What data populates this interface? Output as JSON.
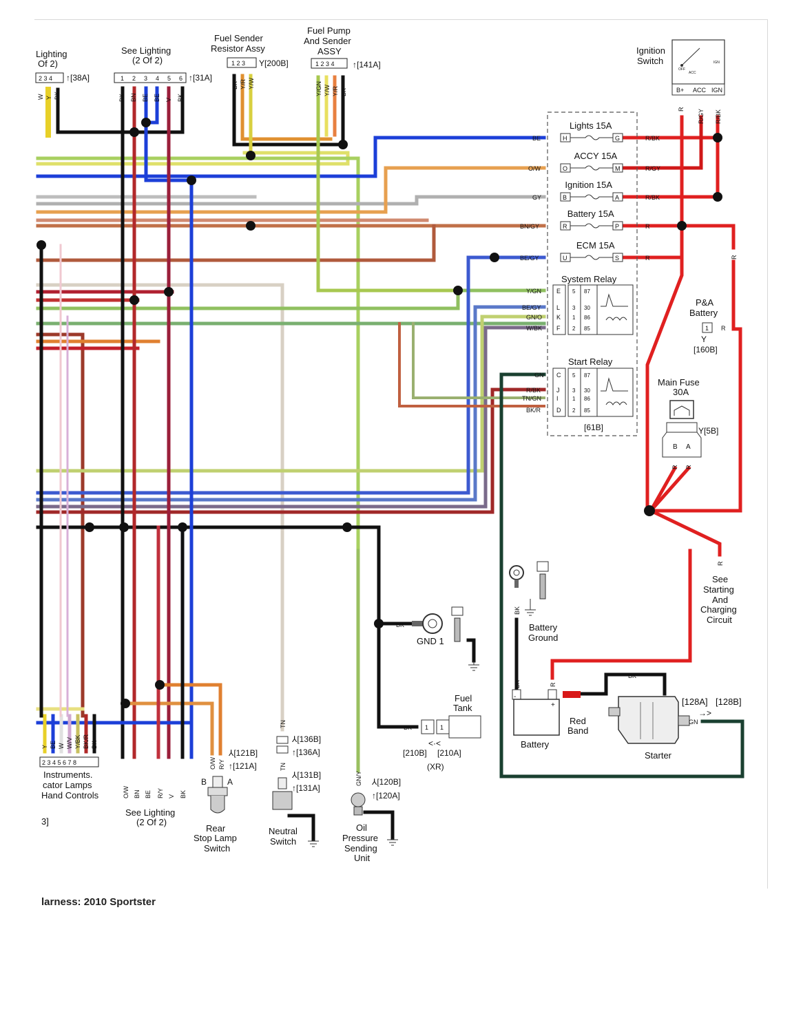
{
  "diagram": {
    "caption": "larness: 2010 Sportster",
    "components": {
      "lighting_left": {
        "title1": "Lighting",
        "title2": "Of 2)",
        "pins": "2 3 4",
        "ref": "[38A]",
        "wires": [
          "W",
          "Y",
          "BK"
        ]
      },
      "see_lighting_top": {
        "title1": "See Lighting",
        "title2": "(2 Of 2)",
        "pins": [
          "1",
          "2",
          "3",
          "4",
          "5",
          "6"
        ],
        "ref": "[31A]",
        "wires": [
          "BK",
          "BN",
          "BE",
          "BE",
          "V",
          "BK"
        ]
      },
      "fuel_sender": {
        "title1": "Fuel Sender",
        "title2": "Resistor Assy",
        "pins": "1 2 3",
        "ref": "[200B]",
        "wires": [
          "BK",
          "Y/R",
          "Y/W"
        ]
      },
      "fuel_pump": {
        "title1": "Fuel Pump",
        "title2": "And Sender",
        "title3": "ASSY",
        "pins": "1 2 3 4",
        "ref": "[141A]",
        "wires": [
          "Y/GN",
          "Y/W",
          "Y/R",
          "BK"
        ]
      },
      "ignition_switch": {
        "title1": "Ignition",
        "title2": "Switch",
        "terminals": [
          "B+",
          "ACC",
          "IGN"
        ],
        "inner": [
          "OFF",
          "ACC",
          "IGN"
        ],
        "wires": [
          "R",
          "R/GY",
          "R/BK"
        ]
      },
      "fuses": [
        {
          "name": "Lights 15A",
          "in_wire": "BE",
          "in_pin": "H",
          "out_pin": "G",
          "out_wire": "R/BK"
        },
        {
          "name": "ACCY 15A",
          "in_wire": "O/W",
          "in_pin": "O",
          "out_pin": "M",
          "out_wire": "R/GY"
        },
        {
          "name": "Ignition 15A",
          "in_wire": "GY",
          "in_pin": "B",
          "out_pin": "A",
          "out_wire": "R/BK"
        },
        {
          "name": "Battery 15A",
          "in_wire": "BN/GY",
          "in_pin": "R",
          "out_pin": "P",
          "out_wire": "R"
        },
        {
          "name": "ECM 15A",
          "in_wire": "BE/GY",
          "in_pin": "U",
          "out_pin": "S",
          "out_wire": "R"
        }
      ],
      "system_relay": {
        "name": "System Relay",
        "wires": [
          "Y/GN",
          "BE/GY",
          "GN/O",
          "W/BK"
        ],
        "pins": [
          "E",
          "L",
          "K",
          "F"
        ],
        "terms_a": [
          "5",
          "3",
          "1",
          "2"
        ],
        "terms_b": [
          "87",
          "30",
          "86",
          "85"
        ]
      },
      "start_relay": {
        "name": "Start Relay",
        "wires": [
          "GN",
          "R/BK",
          "TN/GN",
          "BK/R"
        ],
        "pins": [
          "C",
          "J",
          "I",
          "D"
        ],
        "terms_a": [
          "5",
          "3",
          "1",
          "2"
        ],
        "terms_b": [
          "87",
          "30",
          "86",
          "85"
        ],
        "ref": "[61B]"
      },
      "side_wire_r": "R",
      "pa_battery": {
        "title1": "P&A",
        "title2": "Battery",
        "pin": "1",
        "wire": "R",
        "ref": "[160B]"
      },
      "main_fuse": {
        "title1": "Main Fuse",
        "title2": "30A",
        "ref": "[5B]",
        "pins": [
          "B",
          "A"
        ],
        "wires": [
          "R",
          "R"
        ]
      },
      "see_starting": {
        "wire": "R",
        "l1": "See",
        "l2": "Starting",
        "l3": "And",
        "l4": "Charging",
        "l5": "Circuit"
      },
      "battery_ground": {
        "wire": "BK",
        "l1": "Battery",
        "l2": "Ground"
      },
      "gnd1": {
        "wire": "BK",
        "label": "GND 1"
      },
      "fuel_tank": {
        "l1": "Fuel",
        "l2": "Tank",
        "wire": "BK",
        "pins": [
          "1",
          "1"
        ],
        "ref1": "[210B]",
        "ref2": "[210A]",
        "note": "(XR)"
      },
      "battery": {
        "label": "Battery",
        "neg": "-",
        "pos": "+",
        "wire_neg": "BK",
        "wire_pos": "R",
        "wire_bk": "BK"
      },
      "red_band": {
        "l1": "Red",
        "l2": "Band"
      },
      "starter": {
        "label": "Starter",
        "ref1": "[128A]",
        "ref2": "[128B]",
        "wire": "GN"
      },
      "instruments": {
        "wires": [
          "Y",
          "BE",
          "W",
          "W/V",
          "Y/BK",
          "BK/R",
          "BK"
        ],
        "pins": "2 3 4 5 6 7 8",
        "l1": "Instruments.",
        "l2": "cator Lamps",
        "l3": "Hand Controls",
        "ref": "3]"
      },
      "see_lighting_bottom": {
        "wires": [
          "O/W",
          "BN",
          "BE",
          "R/Y",
          "V",
          "BK"
        ],
        "title1": "See Lighting",
        "title2": "(2 Of 2)"
      },
      "rear_stop_lamp": {
        "wires": [
          "O/W",
          "R/Y"
        ],
        "ref1": "[121B]",
        "ref2": "[121A]",
        "pins": [
          "B",
          "A"
        ],
        "l1": "Rear",
        "l2": "Stop Lamp",
        "l3": "Switch"
      },
      "neutral_switch": {
        "wire1": "TN",
        "wire2": "TN",
        "ref1": "[136B]",
        "ref2": "[136A]",
        "ref3": "[131B]",
        "ref4": "[131A]",
        "l1": "Neutral",
        "l2": "Switch"
      },
      "oil_pressure": {
        "wire": "GN/Y",
        "ref1": "[120B]",
        "ref2": "[120A]",
        "l1": "Oil",
        "l2": "Pressure",
        "l3": "Sending",
        "l4": "Unit"
      }
    }
  }
}
